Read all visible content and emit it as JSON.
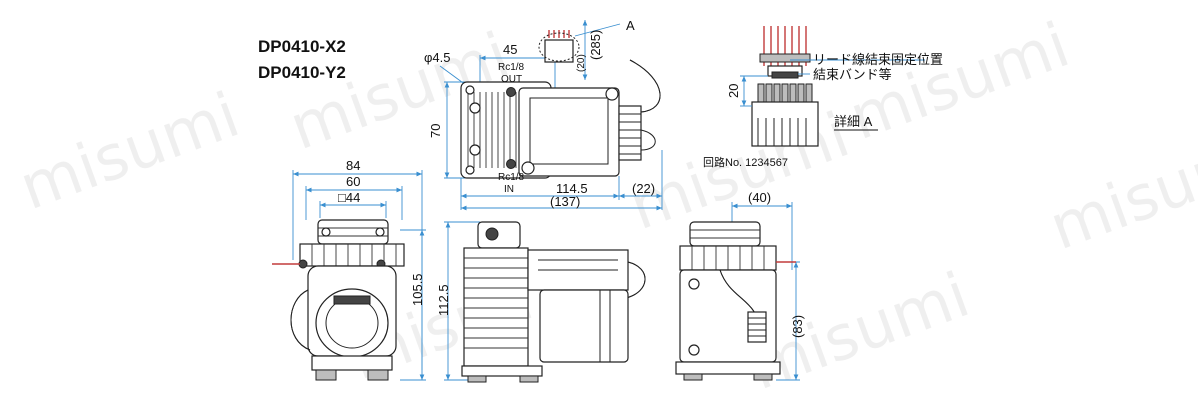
{
  "titles": {
    "line1": "DP0410-X2",
    "line2": "DP0410-Y2"
  },
  "watermark": "misumi",
  "top_view": {
    "dim_phi": "φ4.5",
    "dim_45": "45",
    "dim_285": "(285)",
    "dim_20_small": "(20)",
    "dim_70": "70",
    "port_out_size": "Rc1/8",
    "port_out": "OUT",
    "port_in_size": "Rc1/8",
    "port_in": "IN",
    "dim_1145": "114.5",
    "dim_22": "(22)",
    "dim_137": "(137)",
    "callout": "A"
  },
  "detail": {
    "label_fix": "リード線結束固定位置",
    "label_band": "結束バンド等",
    "dim_20": "20",
    "title": "詳細 A",
    "circuit": "回路No. 1234567"
  },
  "front_view": {
    "dim_84": "84",
    "dim_60": "60",
    "dim_44": "□44",
    "dim_1055": "105.5"
  },
  "side_view": {
    "dim_1125": "112.5"
  },
  "right_view": {
    "dim_40": "(40)",
    "dim_83": "(83)"
  }
}
